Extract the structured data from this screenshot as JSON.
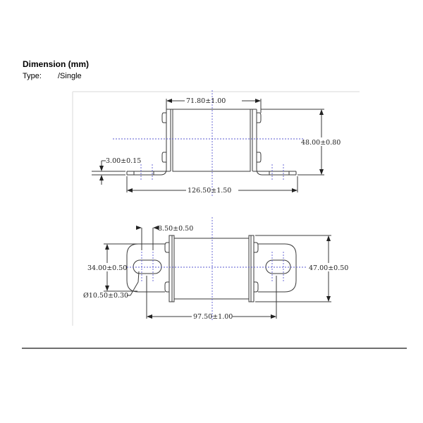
{
  "header": {
    "title": "Dimension (mm)",
    "type_label": "Type:",
    "type_value": "/Single"
  },
  "drawing": {
    "line_color": "#3a3a3a",
    "centerline_color": "#5a5ad0",
    "frame_color": "#e6e6e6",
    "top_view": {
      "body_width": "71.80±1.00",
      "height": "48.00±0.80",
      "tab_thickness": "3.00±0.15",
      "overall_length": "126.50±1.50"
    },
    "bottom_view": {
      "slot_width": "8.50±0.50",
      "tab_width": "34.00±0.50",
      "slot_diameter": "Ø10.50±0.30",
      "mounting_centers": "97.50±1.00",
      "overall_width": "47.00±0.50"
    }
  }
}
